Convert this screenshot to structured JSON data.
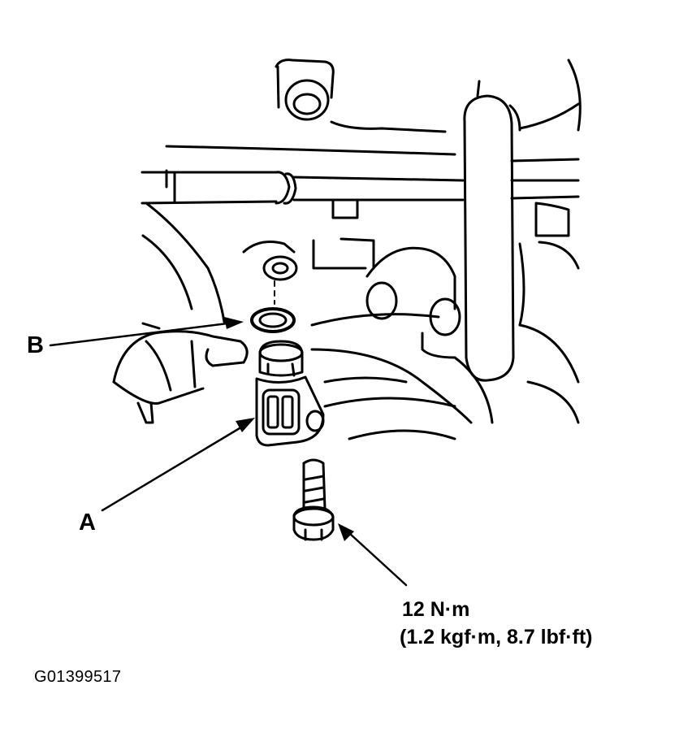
{
  "labels": {
    "b": "B",
    "a": "A"
  },
  "torque": {
    "line1": "12 N·m",
    "line2": "(1.2 kgf·m, 8.7 lbf·ft)"
  },
  "figure_code": "G01399517",
  "colors": {
    "ink": "#000000",
    "paper": "#ffffff"
  }
}
